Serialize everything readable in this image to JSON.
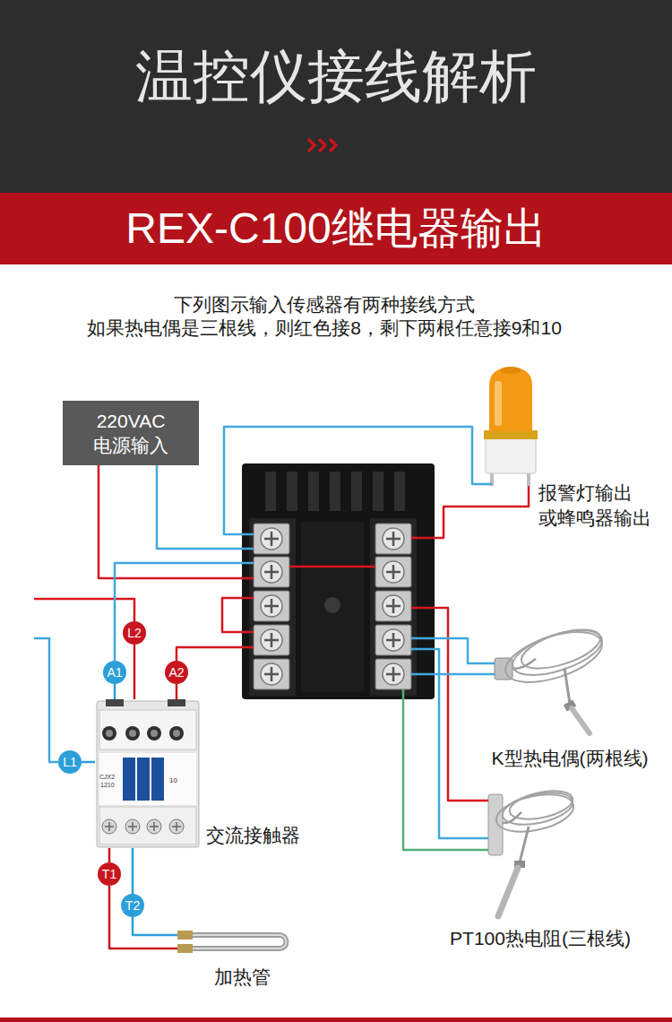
{
  "diagram": {
    "title": "温控仪接线解析",
    "nodes": [
      {
        "text": [
          "REX-C100继电器输出"
        ]
      },
      {
        "text": [
          "220VAC 电源输入"
        ]
      },
      {
        "text": [
          "报警灯输出 或蜂鸣器输出"
        ]
      },
      {
        "text": [
          "L2"
        ]
      },
      {
        "text": [
          "A1"
        ]
      },
      {
        "text": [
          "A2"
        ]
      },
      {
        "text": [
          "K型热电偶(两根线)"
        ]
      },
      {
        "text": [
          "L1"
        ]
      },
      {
        "text": [
          "交流接触器"
        ]
      },
      {
        "text": [
          "T1"
        ]
      },
      {
        "text": [
          "T2"
        ]
      },
      {
        "text": [
          "PT100热电阻(三根线)"
        ]
      },
      {
        "text": [
          "加热管"
        ]
      }
    ],
    "edges": [
      {
        "from": 3,
        "to": 8,
        "arrow": "none"
      },
      {
        "from": 4,
        "to": 8,
        "arrow": "none"
      },
      {
        "from": 5,
        "to": 8,
        "arrow": "none"
      },
      {
        "from": 7,
        "to": 8,
        "arrow": "none"
      },
      {
        "from": 8,
        "to": 9,
        "arrow": "none"
      },
      {
        "from": 9,
        "to": 12,
        "arrow": "none"
      },
      {
        "from": 8,
        "to": 10,
        "arrow": "none"
      },
      {
        "from": 10,
        "to": 12,
        "arrow": "none"
      }
    ],
    "labels": [
      "下列图示输入传感器有两种接线方式",
      "如果热电偶是三根线，则红色接8，剩下两根任意接9和10",
      "CJX2",
      "1210",
      "10"
    ]
  }
}
